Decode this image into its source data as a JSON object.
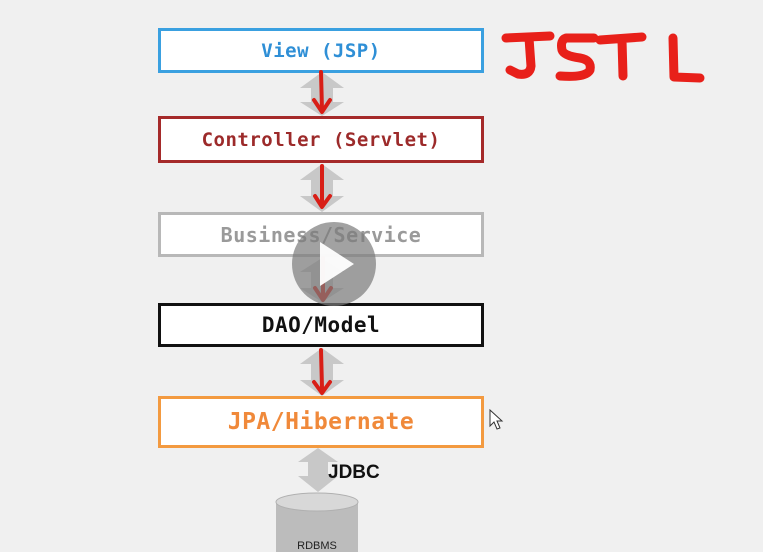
{
  "layers": {
    "view": "View (JSP)",
    "controller": "Controller (Servlet)",
    "business": "Business/Service",
    "dao": "DAO/Model",
    "jpa": "JPA/Hibernate"
  },
  "connector_label": "JDBC",
  "database_label": "RDBMS",
  "annotation": "JSTL",
  "colors": {
    "view": "#2f8fd6",
    "controller": "#9c2a2a",
    "business": "#9a9a9a",
    "dao": "#111111",
    "jpa": "#f0893a",
    "annotation": "#e8201a",
    "arrow_red": "#d81e16",
    "arrow_grey": "#c8c8c8"
  },
  "icons": [
    "play-button-icon",
    "mouse-cursor-icon",
    "database-cylinder-icon"
  ]
}
